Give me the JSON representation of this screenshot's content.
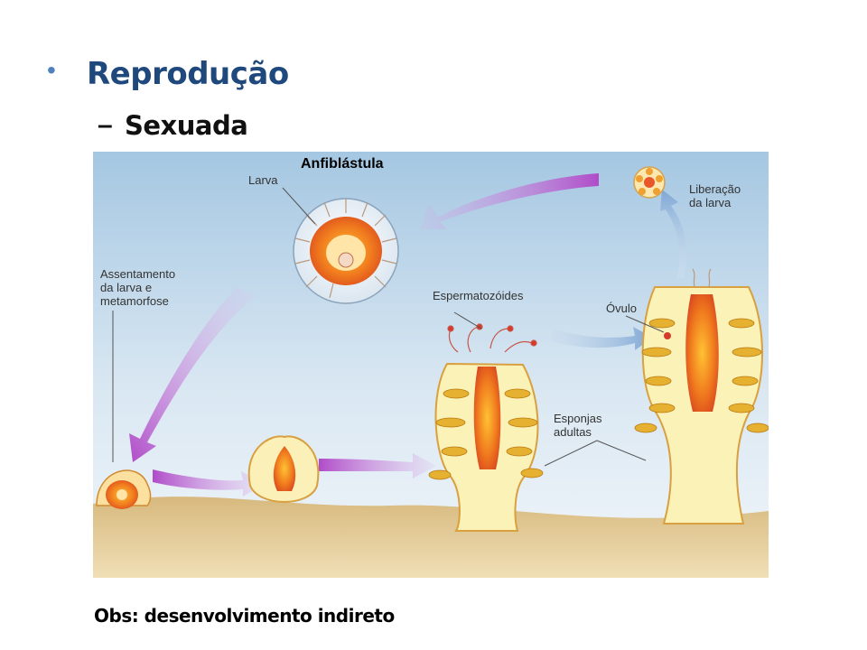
{
  "slide": {
    "bullet": "•",
    "title": "Reprodução",
    "sub_dash": "–",
    "subtitle": "Sexuada",
    "note": "Obs: desenvolvimento indireto"
  },
  "diagram": {
    "labels": {
      "anfiblastula": "Anfiblástula",
      "larva": "Larva",
      "liberacao": "Liberação\nda larva",
      "assentamento": "Assentamento\nda larva e\nmetamorfose",
      "espermatozoides": "Espermatozóides",
      "ovulo": "Óvulo",
      "esponjas": "Esponjas\nadultas"
    },
    "colors": {
      "sky_top": "#9fc3e0",
      "sky_bottom": "#eef3f8",
      "ground": "#c9a86e",
      "sponge_body": "#f9efb0",
      "sponge_core": "#e8562a",
      "arrow_purple": "#b04cc8",
      "arrow_blue": "#8fb2d8"
    }
  }
}
